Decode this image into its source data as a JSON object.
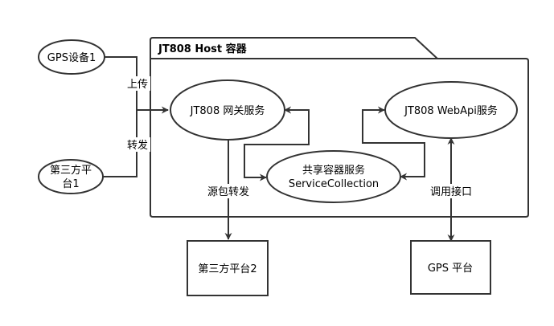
{
  "container": {
    "title": "JT808 Host 容器"
  },
  "nodes": {
    "gps_device": "GPS设备1",
    "third_platform_1_line1": "第三方平",
    "third_platform_1_line2": "台1",
    "gateway_service": "JT808 网关服务",
    "webapi_service": "JT808 WebApi服务",
    "shared_service_line1": "共享容器服务",
    "shared_service_line2": "ServiceCollection",
    "third_platform_2": "第三方平台2",
    "gps_platform": "GPS 平台"
  },
  "edges": {
    "upload": "上传",
    "forward": "转发",
    "source_forward": "源包转发",
    "call_api": "调用接口"
  },
  "colors": {
    "stroke": "#333333",
    "fill": "#ffffff",
    "text": "#000000"
  }
}
